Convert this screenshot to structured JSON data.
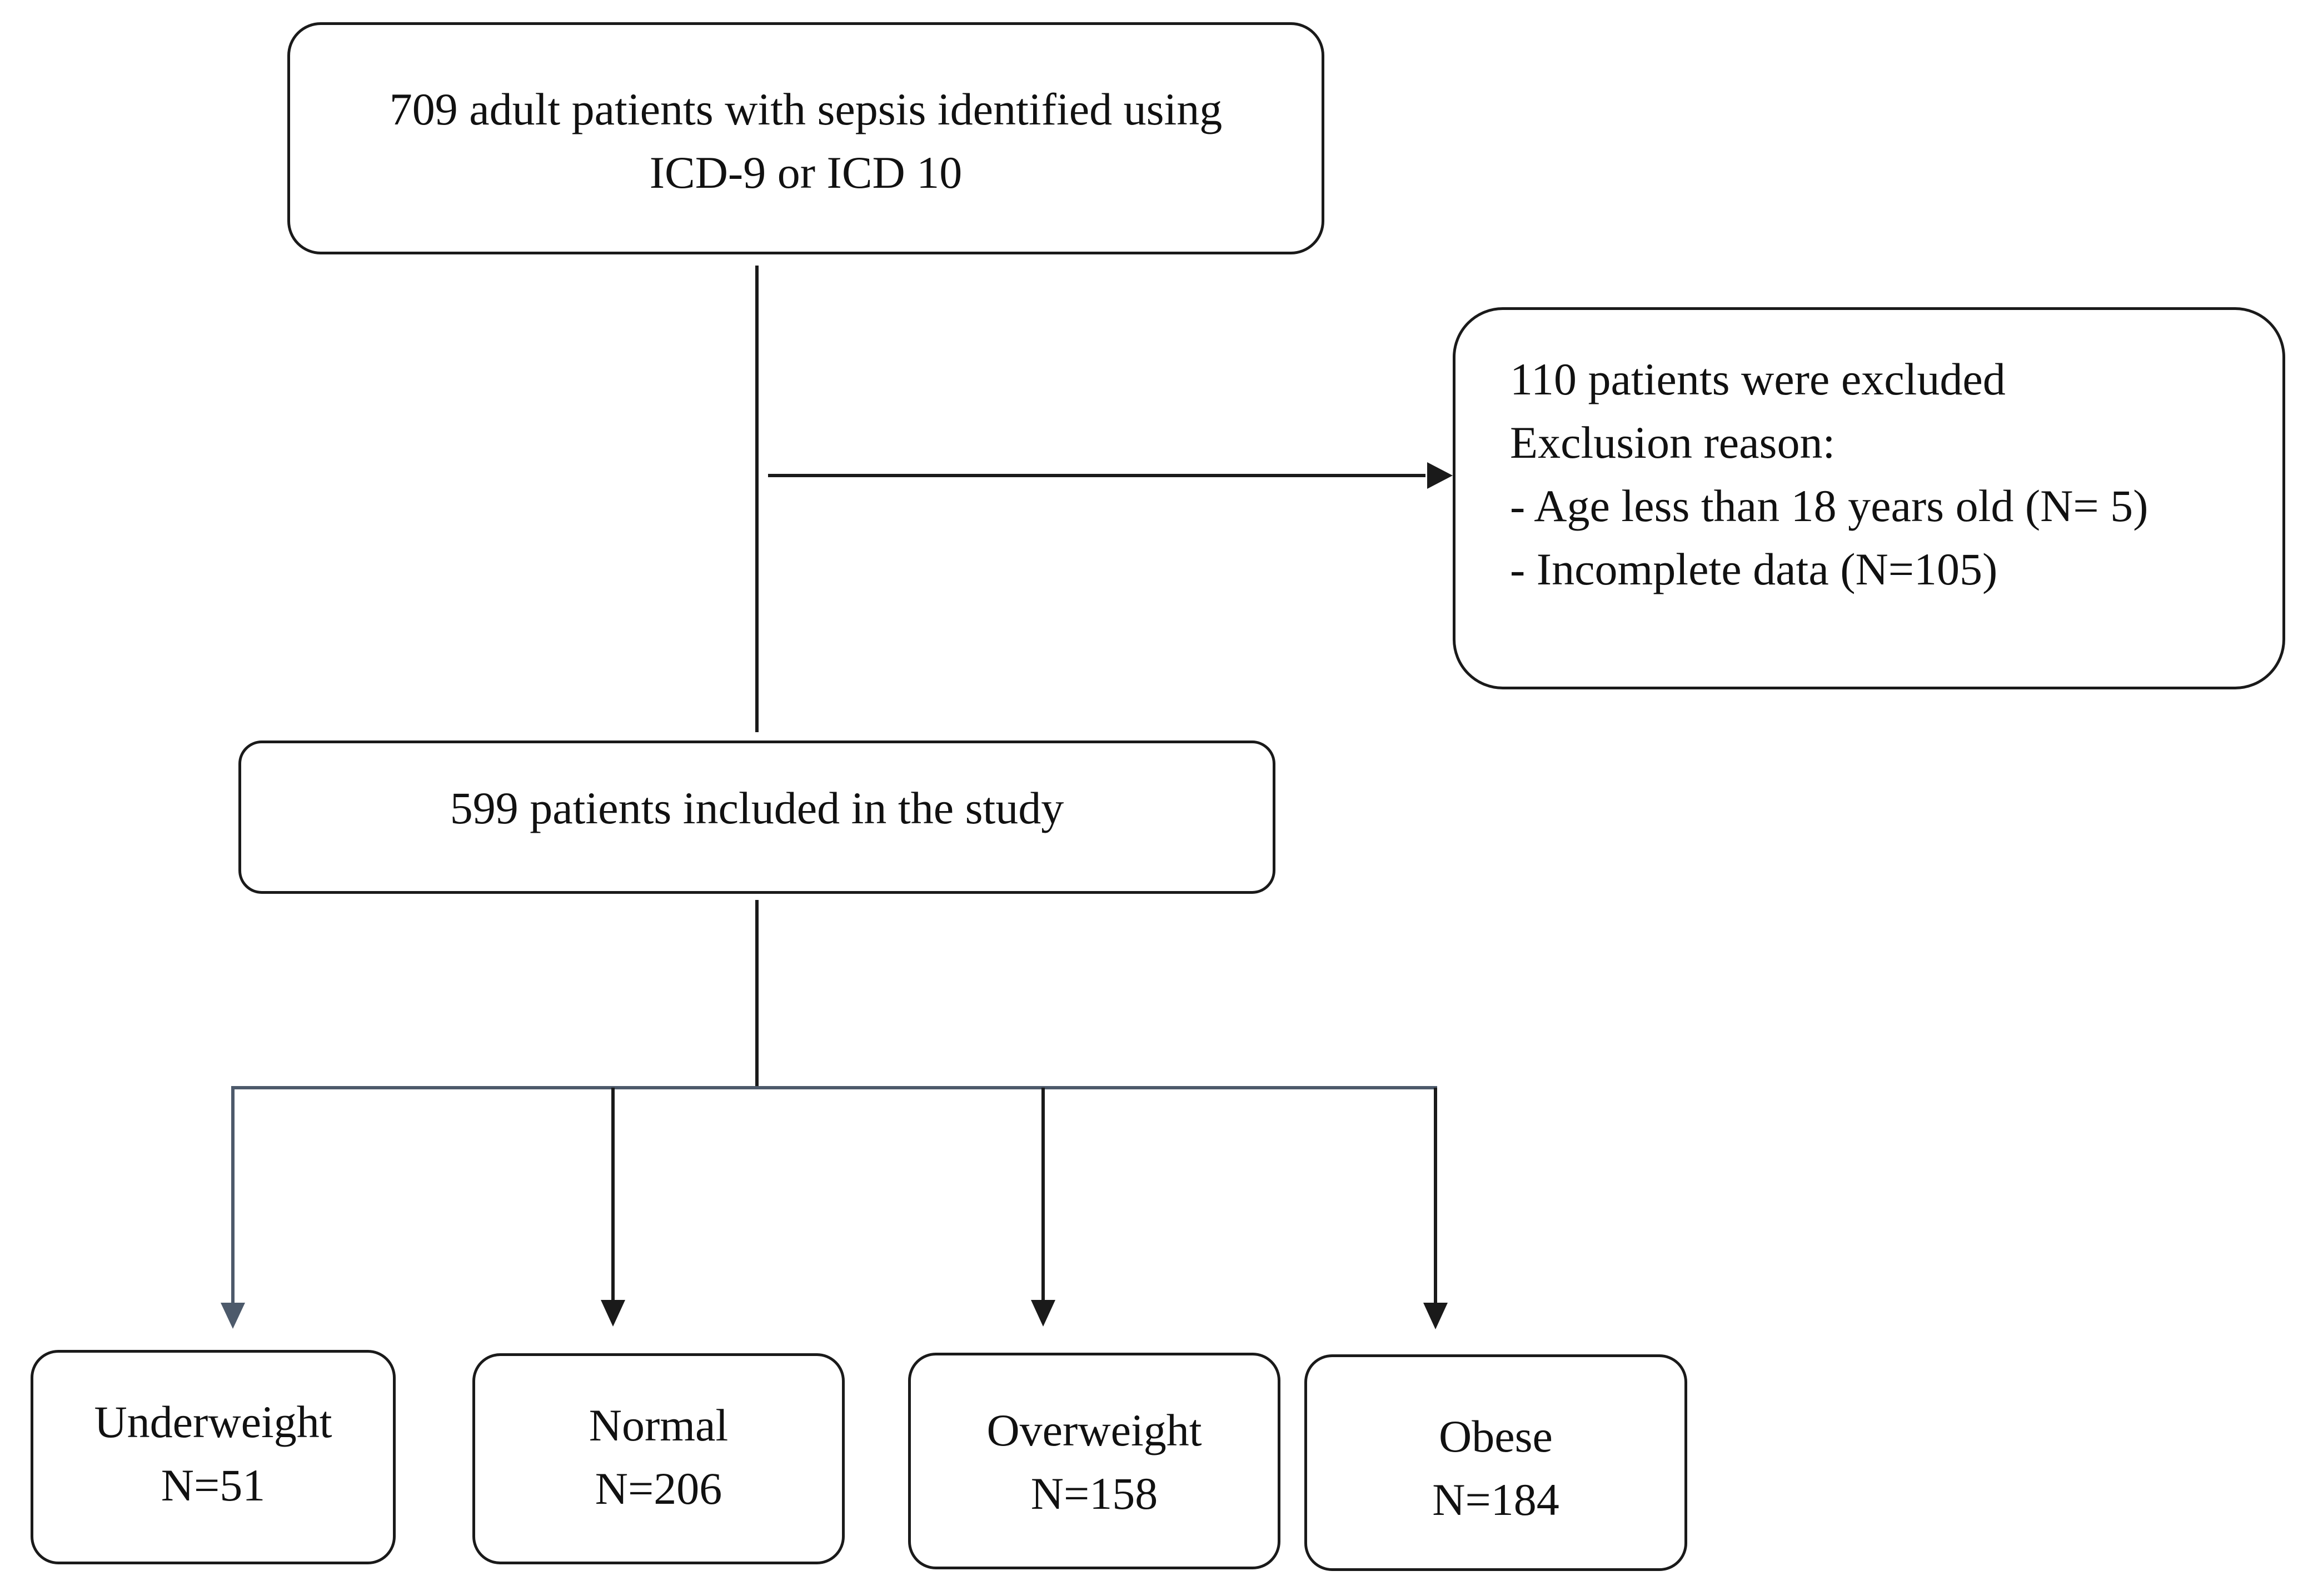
{
  "flowchart": {
    "identified": {
      "line1": "709 adult patients with sepsis identified using",
      "line2": "ICD-9 or ICD 10"
    },
    "excluded": {
      "line1": "110 patients were excluded",
      "line2": "Exclusion reason:",
      "line3": "- Age less than 18 years old (N= 5)",
      "line4": "- Incomplete data (N=105)"
    },
    "included": {
      "label": "599 patients included in the study"
    },
    "groups": [
      {
        "name": "Underweight",
        "count": "N=51"
      },
      {
        "name": "Normal",
        "count": "N=206"
      },
      {
        "name": "Overweight",
        "count": "N=158"
      },
      {
        "name": "Obese",
        "count": "N=184"
      }
    ]
  },
  "colors": {
    "line": "#1a1a1a",
    "first_branch": "#4d5a6b"
  }
}
